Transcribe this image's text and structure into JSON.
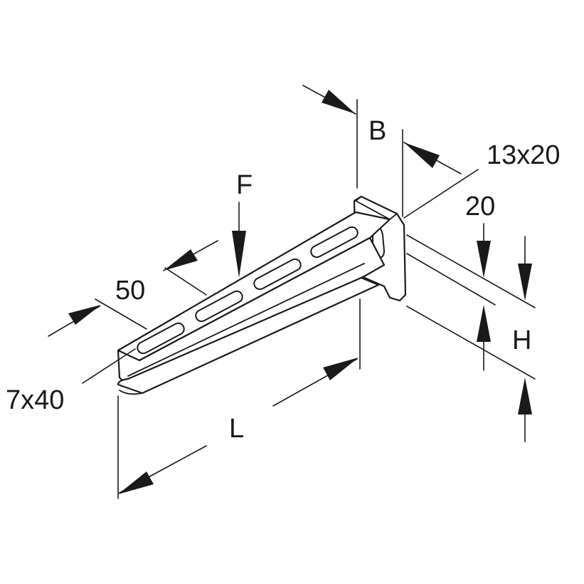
{
  "labels": {
    "B": "B",
    "size_13x20": "13x20",
    "size_20": "20",
    "F": "F",
    "H": "H",
    "size_50": "50",
    "size_7x40": "7x40",
    "L": "L"
  },
  "colors": {
    "line": "#1a1a1a",
    "background": "#ffffff"
  }
}
